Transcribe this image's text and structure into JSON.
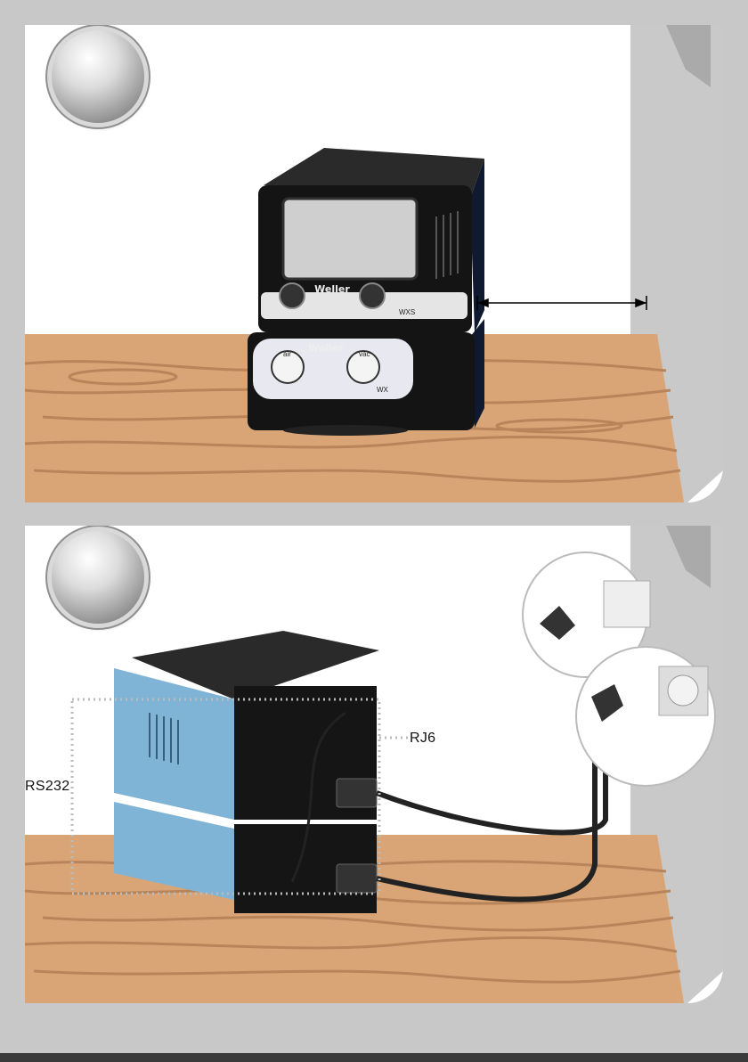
{
  "panel1": {
    "station_brand": "Weller",
    "station_model": "WXS",
    "unit_brand": "Weller",
    "unit_model": "WX",
    "air_label": "air",
    "vac_label": "vac"
  },
  "panel2": {
    "rj6_label": "RJ6",
    "rs232_label": "RS232"
  },
  "colors": {
    "table_wood": "#d9a577",
    "station_dark": "#141414",
    "station_blue": "#7fb4d6",
    "wall_gray": "#c9c9c9"
  }
}
